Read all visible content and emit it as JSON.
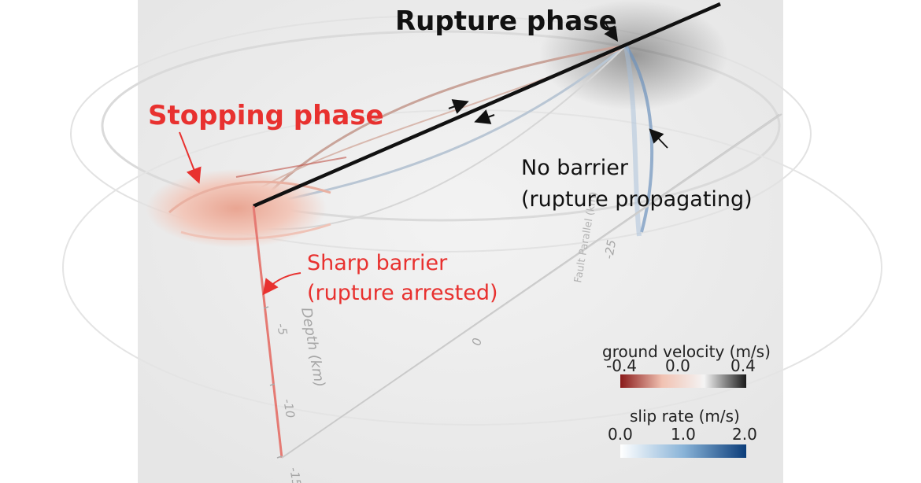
{
  "labels": {
    "rupture_phase": "Rupture phase",
    "stopping_phase": "Stopping phase",
    "no_barrier_line1": "No barrier",
    "no_barrier_line2": "(rupture propagating)",
    "sharp_barrier_line1": "Sharp barrier",
    "sharp_barrier_line2": "(rupture arrested)"
  },
  "axes": {
    "depth_title": "Depth (km)",
    "depth_ticks": [
      "-5",
      "-10",
      "-15"
    ],
    "fault_parallel_title": "Fault Parallel (km)",
    "fault_parallel_ticks": [
      "-25",
      "0"
    ]
  },
  "colorbars": {
    "ground_velocity": {
      "title": "ground velocity (m/s)",
      "ticks": [
        "-0.4",
        "0.0",
        "0.4"
      ],
      "colors": [
        "#8a1a1a",
        "#f1c2b2",
        "#f4f4f4",
        "#1a1a1a"
      ]
    },
    "slip_rate": {
      "title": "slip rate (m/s)",
      "ticks": [
        "0.0",
        "1.0",
        "2.0"
      ],
      "colors": [
        "#ffffff",
        "#8ab4d8",
        "#0b3d7a"
      ]
    }
  },
  "colors": {
    "stopping_label": "#e8312f",
    "sharp_barrier_label": "#e8312f",
    "rupture_label": "#111111"
  }
}
